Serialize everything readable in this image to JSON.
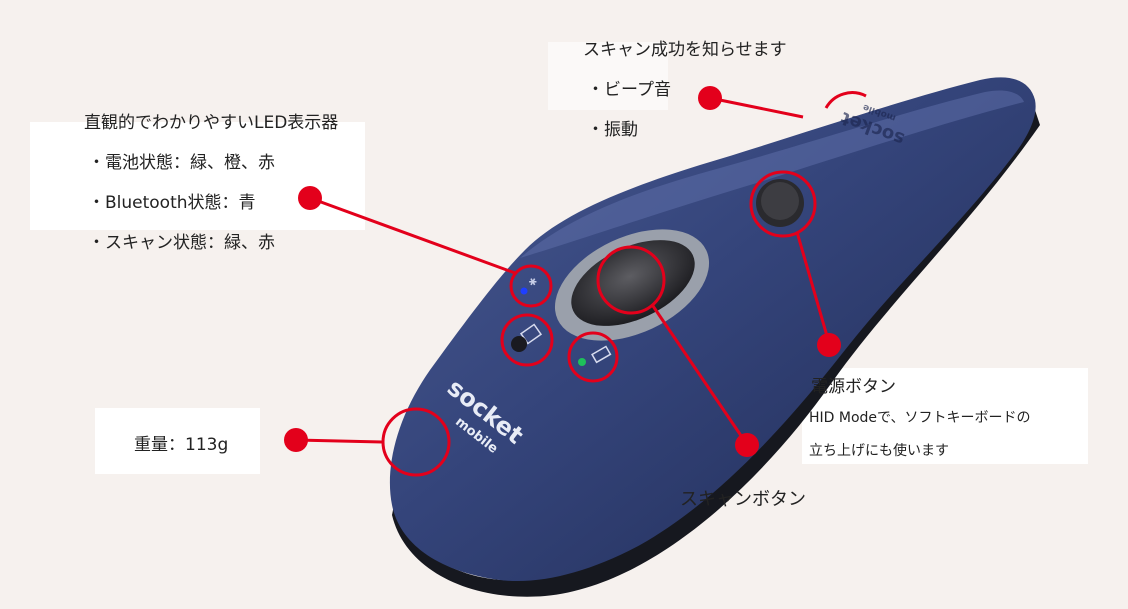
{
  "brand": {
    "name": "socket",
    "sub": "mobile"
  },
  "weight": {
    "text": "重量：113g"
  },
  "led": {
    "title": "直観的でわかりやすいLED表示器",
    "items": [
      "・電池状態：緑、橙、赤",
      "・Bluetooth状態：青",
      "・スキャン状態：緑、赤"
    ]
  },
  "scan_success": {
    "title": "スキャン成功を知らせます",
    "items": [
      "・ビープ音",
      "・振動"
    ]
  },
  "power": {
    "title": "電源ボタン",
    "desc_line1": "HID Modeで、ソフトキーボードの",
    "desc_line2": "立ち上げにも使います"
  },
  "scan_button": {
    "label": "スキャンボタン"
  },
  "colors": {
    "background": "#f6f1ee",
    "device_body": "#2c3a6c",
    "device_edge": "#1a2240",
    "marker_red": "#e3001b",
    "led_blue": "#1f3fff",
    "led_green": "#1ec05a"
  }
}
